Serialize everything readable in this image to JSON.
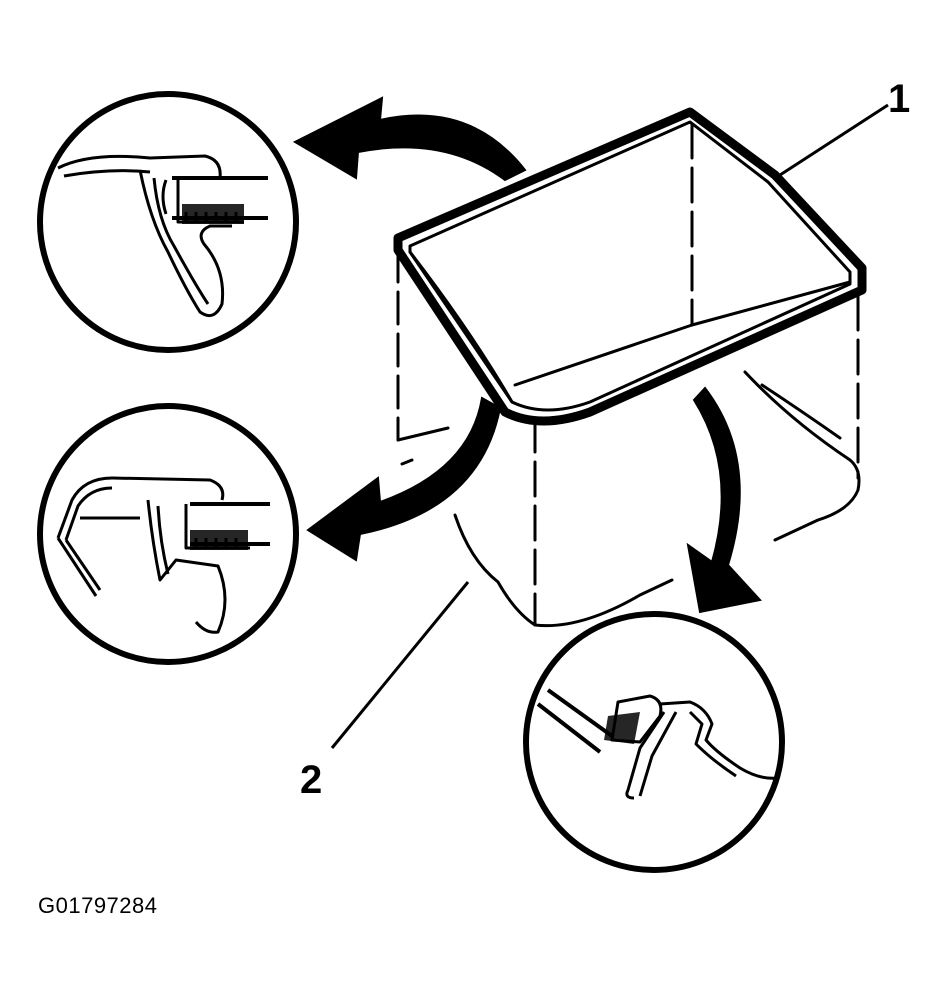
{
  "diagram": {
    "callouts": [
      {
        "id": "1",
        "label": "1"
      },
      {
        "id": "2",
        "label": "2"
      }
    ],
    "figure_id": "G01797284",
    "colors": {
      "ink": "#000000",
      "paper": "#ffffff"
    },
    "icons": [
      "curved-arrow-icon",
      "detail-magnifier-circle"
    ]
  }
}
